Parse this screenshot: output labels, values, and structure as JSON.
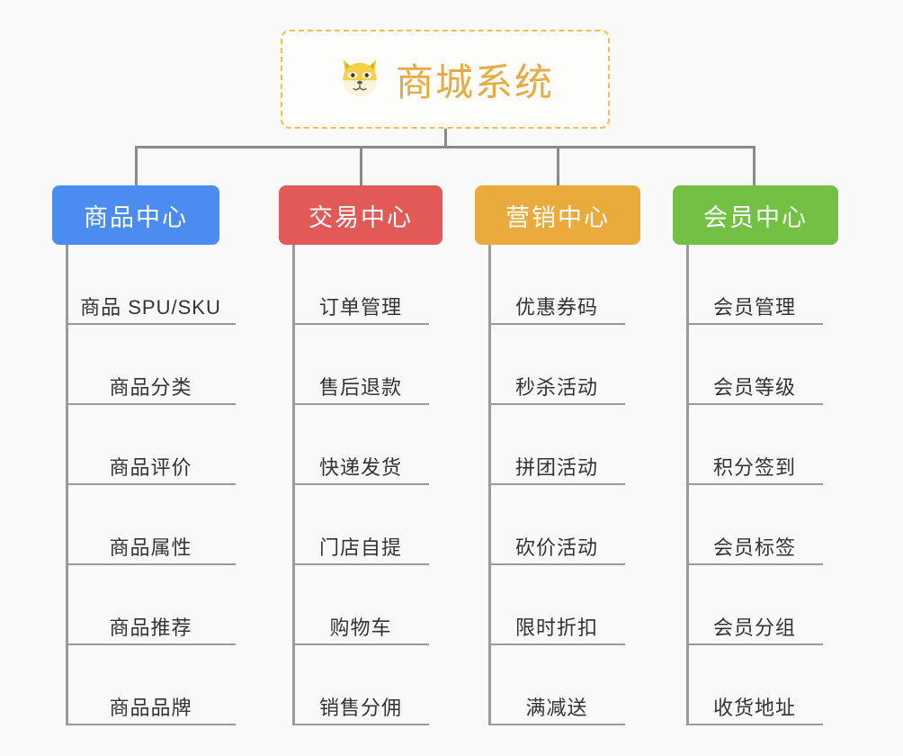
{
  "page": {
    "background_color": "#f9f9f9",
    "type": "org-chart"
  },
  "root": {
    "title": "商城系统",
    "icon": "dog-face-icon",
    "text_color": "#e8ab3f",
    "border_color": "#f5bf4f",
    "border_style": "dashed"
  },
  "columns": [
    {
      "id": "product-center",
      "label": "商品中心",
      "color": "#4a8cf0",
      "items": [
        "商品 SPU/SKU",
        "商品分类",
        "商品评价",
        "商品属性",
        "商品推荐",
        "商品品牌"
      ]
    },
    {
      "id": "trade-center",
      "label": "交易中心",
      "color": "#e25a57",
      "items": [
        "订单管理",
        "售后退款",
        "快递发货",
        "门店自提",
        "购物车",
        "销售分佣"
      ]
    },
    {
      "id": "marketing-center",
      "label": "营销中心",
      "color": "#eaaa3c",
      "items": [
        "优惠券码",
        "秒杀活动",
        "拼团活动",
        "砍价活动",
        "限时折扣",
        "满减送"
      ]
    },
    {
      "id": "member-center",
      "label": "会员中心",
      "color": "#74c044",
      "items": [
        "会员管理",
        "会员等级",
        "积分签到",
        "会员标签",
        "会员分组",
        "收货地址"
      ]
    }
  ],
  "connector": {
    "color": "#8a8a8a",
    "leaf_line_color": "#9a9a9a"
  }
}
